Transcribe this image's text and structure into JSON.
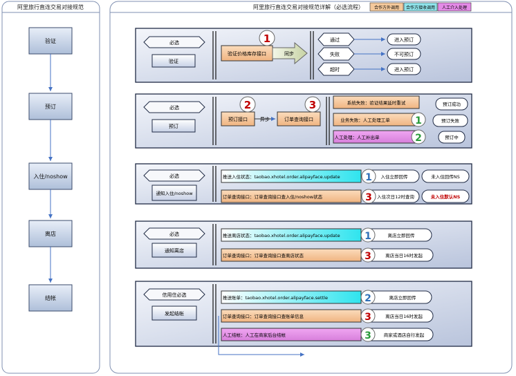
{
  "left_panel": {
    "title": "阿里旅行直连交易对接规范",
    "steps": [
      "验证",
      "预订",
      "入住/noshow",
      "离店",
      "结帐"
    ]
  },
  "main_panel": {
    "title": "阿里旅行直连交易对接规范详解（必选流程）",
    "legend": [
      {
        "label": "合作方外调用",
        "color": "#f5c99b"
      },
      {
        "label": "合作方接收调用",
        "color": "#8fe3ea"
      },
      {
        "label": "人工介入处理",
        "color": "#e38ae6"
      }
    ]
  },
  "section_verify": {
    "pill": "必选",
    "label": "验证",
    "badge": "1",
    "api": "验证价格库存接口",
    "arrow": "同步",
    "results": [
      "通过",
      "失败",
      "超时"
    ],
    "outcomes": [
      "进入预订",
      "不可预订",
      "进入预订"
    ]
  },
  "section_book": {
    "pill": "必选",
    "label": "预订",
    "badge_a": "2",
    "api_a": "预订接口",
    "arrow": "异步",
    "badge_b": "3",
    "api_b": "订单查询接口",
    "results": [
      "系统失败：验证结果延时重试",
      "业务失败：人工处理工单",
      "人工处理：人工补出单"
    ],
    "badges": [
      "1",
      "2"
    ],
    "outcomes": [
      "预订成功",
      "预订失败",
      "预订中"
    ]
  },
  "section_checkin": {
    "pill": "必选",
    "label": "通知入住/noshow",
    "rows": [
      {
        "text": "推送入住状态：taobao.xhotel.order.alipayface.update",
        "badge": "1",
        "result": "入住立即回传"
      },
      {
        "text": "订单查询接口：订单查询接口查入住/noshow状态",
        "badge": "3",
        "result": "入住次日12时查询"
      }
    ],
    "outcomes": [
      "未入住回传NS",
      "未入住默认NS"
    ]
  },
  "section_checkout": {
    "pill": "必选",
    "label": "通知离店",
    "rows": [
      {
        "text": "推送离店状态：taobao.xhotel.order.alipayface.update",
        "badge": "1",
        "result": "离店立即回传"
      },
      {
        "text": "订单查询接口：订单查询接口查离店状态",
        "badge": "3",
        "result": "离店当日16时发起"
      }
    ]
  },
  "section_settle": {
    "pill": "信用住必选",
    "label": "发起结帐",
    "rows": [
      {
        "text": "推送账单：taobao.xhotel.order.alipayface.settle",
        "badge": "2",
        "result": "离店立即回传"
      },
      {
        "text": "订单查询接口：订单查询接口查账单信息",
        "badge": "3",
        "result": "离店当日16时发起"
      },
      {
        "text": "人工结帐：人工在商家后台结帐",
        "badge": "3",
        "result": "商家或酒店自行发起"
      }
    ]
  }
}
